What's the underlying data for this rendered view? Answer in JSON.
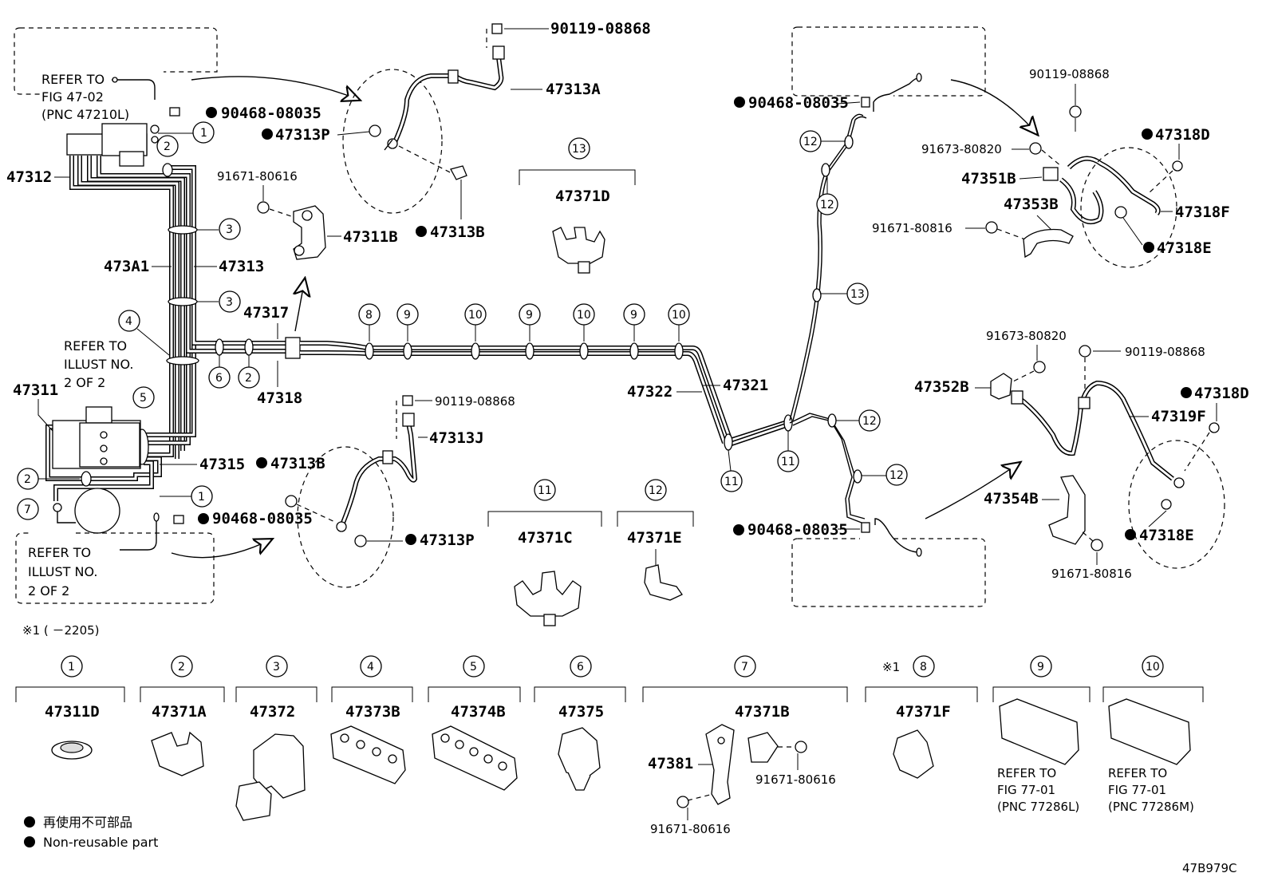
{
  "labels": {
    "p90119_a": "90119-08868",
    "p47313A": "47313A",
    "p47313P_top": "47313P",
    "p90468_tl": "90468-08035",
    "p47312": "47312",
    "p91671_80616_a": "91671-80616",
    "p47311B": "47311B",
    "p47313B_top": "47313B",
    "p473A1": "473A1",
    "p47313": "47313",
    "p47317": "47317",
    "p47318": "47318",
    "p47311": "47311",
    "p47315": "47315",
    "p47313B_mid": "47313B",
    "p90468_bl": "90468-08035",
    "p90119_b": "90119-08868",
    "p47313J": "47313J",
    "p47313P_bot": "47313P",
    "p47371D": "47371D",
    "p47371C": "47371C",
    "p47371E": "47371E",
    "p47322": "47322",
    "p47321": "47321",
    "p90468_tr": "90468-08035",
    "p90468_br": "90468-08035",
    "p90119_c": "90119-08868",
    "p91673_a": "91673-80820",
    "p47351B": "47351B",
    "p47353B": "47353B",
    "p91671_80816_a": "91671-80816",
    "p47318D_top": "47318D",
    "p47318F": "47318F",
    "p47318E_top": "47318E",
    "p91673_b": "91673-80820",
    "p90119_d": "90119-08868",
    "p47352B": "47352B",
    "p47318D_bot": "47318D",
    "p47319F": "47319F",
    "p47354B": "47354B",
    "p47318E_bot": "47318E",
    "p91671_80816_b": "91671-80816"
  },
  "refer_top": [
    "REFER TO",
    "FIG 47-02",
    "(PNC 47210L)"
  ],
  "refer_left_mid": [
    "REFER TO",
    "ILLUST NO.",
    "2 OF 2"
  ],
  "refer_left_bot": [
    "REFER TO",
    "ILLUST NO.",
    "2 OF 2"
  ],
  "footnote": "※1 (       －2205)",
  "legend": {
    "items": [
      {
        "num": "1",
        "part": "47311D"
      },
      {
        "num": "2",
        "part": "47371A"
      },
      {
        "num": "3",
        "part": "47372"
      },
      {
        "num": "4",
        "part": "47373B"
      },
      {
        "num": "5",
        "part": "47374B"
      },
      {
        "num": "6",
        "part": "47375"
      },
      {
        "num": "7",
        "part": "47371B"
      },
      {
        "num": "8",
        "part": "47371F",
        "mark": "※1"
      },
      {
        "num": "9",
        "refer": [
          "REFER TO",
          "FIG 77-01",
          "(PNC 77286L)"
        ]
      },
      {
        "num": "10",
        "refer": [
          "REFER TO",
          "FIG 77-01",
          "(PNC 77286M)"
        ]
      }
    ],
    "sub7": {
      "a": "47381",
      "b": "91671-80616",
      "c": "91671-80616"
    }
  },
  "notes": [
    "再使用不可部品",
    "Non-reusable part"
  ],
  "code": "47B979C",
  "balloons": {
    "b1a": "1",
    "b2a": "2",
    "b3a": "3",
    "b3b": "3",
    "b4": "4",
    "b5": "5",
    "b6": "6",
    "b2b": "2",
    "b2c": "2",
    "b7": "7",
    "b1b": "1",
    "b8": "8",
    "b9a": "9",
    "b10a": "10",
    "b9b": "9",
    "b10b": "10",
    "b9c": "9",
    "b10c": "10",
    "b13top": "13",
    "b11a": "11",
    "b12a": "12",
    "b12r1": "12",
    "b12r2": "12",
    "b13r": "13",
    "b11r1": "11",
    "b11r2": "11",
    "b12r3": "12",
    "b12r4": "12"
  }
}
